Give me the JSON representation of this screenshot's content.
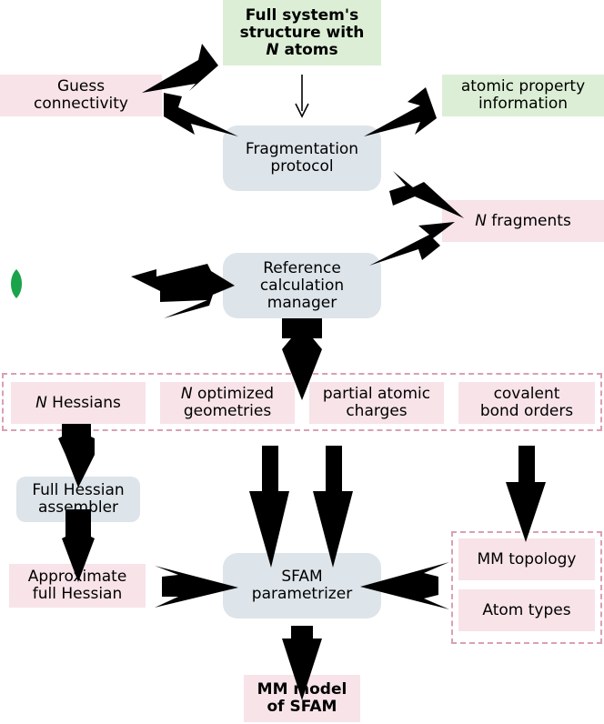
{
  "nodes": {
    "full_system": {
      "line1": "Full system's",
      "line2": "structure with",
      "line3_italic": "N",
      "line3_rest": " atoms"
    },
    "guess_connectivity": {
      "line1": "Guess",
      "line2": "connectivity"
    },
    "atomic_property": {
      "line1": "atomic property",
      "line2": "information"
    },
    "fragmentation": {
      "line1": "Fragmentation",
      "line2": "protocol"
    },
    "n_fragments": {
      "italic": "N",
      "rest": " fragments"
    },
    "reference_manager": {
      "line1": "Reference",
      "line2": "calculation",
      "line3": "manager"
    },
    "n_hessians": {
      "italic": "N",
      "rest": " Hessians"
    },
    "n_optimized": {
      "italic": "N",
      "rest": " optimized",
      "line2": "geometries"
    },
    "partial_charges": {
      "line1": "partial atomic",
      "line2": "charges"
    },
    "bond_orders": {
      "line1": "covalent",
      "line2": "bond orders"
    },
    "full_hessian_assembler": {
      "line1": "Full Hessian",
      "line2": "assembler"
    },
    "approximate_hessian": {
      "line1": "Approximate",
      "line2": "full Hessian"
    },
    "sfam_parametrizer": {
      "line1": "SFAM",
      "line2": "parametrizer"
    },
    "mm_topology": {
      "label": "MM topology"
    },
    "atom_types": {
      "label": "Atom types"
    },
    "mm_model": {
      "line1": "MM model",
      "line2": "of SFAM"
    }
  },
  "colors": {
    "input_box": "#dcefd6",
    "data_box": "#f7e3e8",
    "process_box": "#dde4ea",
    "dashed_group": "#d9a0b4",
    "leaf_icon": "#1aa34a",
    "arrow": "#000000"
  }
}
